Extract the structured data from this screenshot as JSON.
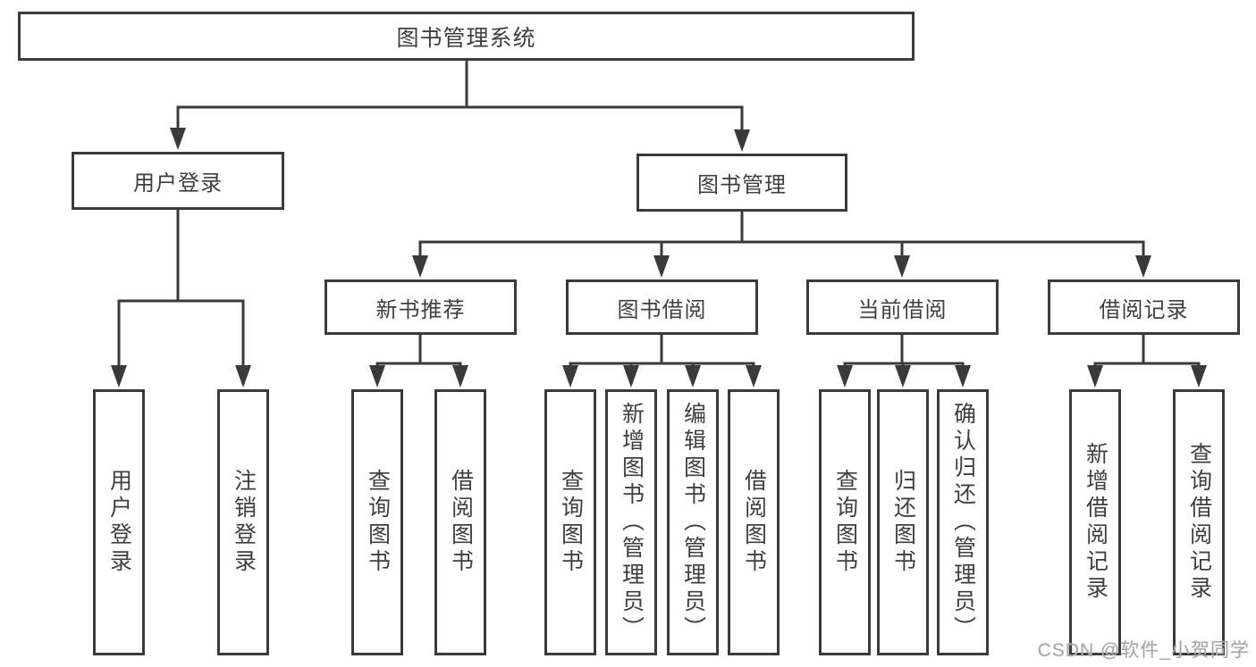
{
  "diagram": {
    "watermark": "CSDN @软件_小贺同学",
    "colors": {
      "line": "#3a3a3a",
      "box_border": "#3a3a3a",
      "text": "#3f3f3f",
      "background": "#ffffff",
      "watermark": "#a8a8a8"
    },
    "nodes": {
      "root": {
        "label": "图书管理系统"
      },
      "level2": [
        {
          "label": "用户登录"
        },
        {
          "label": "图书管理"
        }
      ],
      "level3": [
        {
          "label": "新书推荐"
        },
        {
          "label": "图书借阅"
        },
        {
          "label": "当前借阅"
        },
        {
          "label": "借阅记录"
        }
      ],
      "leaves": [
        {
          "label": "用户登录",
          "parent": "用户登录"
        },
        {
          "label": "注销登录",
          "parent": "用户登录"
        },
        {
          "label": "查询图书",
          "parent": "新书推荐"
        },
        {
          "label": "借阅图书",
          "parent": "新书推荐"
        },
        {
          "label": "查询图书",
          "parent": "图书借阅"
        },
        {
          "label": "新增图书（管理员）",
          "parent": "图书借阅"
        },
        {
          "label": "编辑图书（管理员）",
          "parent": "图书借阅"
        },
        {
          "label": "借阅图书",
          "parent": "图书借阅"
        },
        {
          "label": "查询图书",
          "parent": "当前借阅"
        },
        {
          "label": "归还图书",
          "parent": "当前借阅"
        },
        {
          "label": "确认归还（管理员）",
          "parent": "当前借阅"
        },
        {
          "label": "新增借阅记录",
          "parent": "借阅记录"
        },
        {
          "label": "查询借阅记录",
          "parent": "借阅记录"
        }
      ]
    }
  }
}
